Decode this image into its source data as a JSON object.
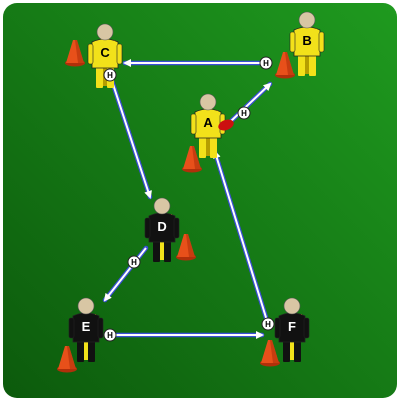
{
  "colors": {
    "field_dark": "#0c5a0c",
    "field_light": "#1f9a1f",
    "arrow": "#3b4fd6",
    "arrow_outline": "#ffffff",
    "team_yellow": "#f2e11a",
    "team_yellow_shadow": "#b59e00",
    "team_black": "#111111",
    "skin": "#d8c6a4",
    "cone": "#e8501a",
    "cone_dark": "#b0300a",
    "ball": "#cc1010"
  },
  "players": [
    {
      "id": "A",
      "label": "A",
      "kit": "yellow"
    },
    {
      "id": "B",
      "label": "B",
      "kit": "yellow"
    },
    {
      "id": "C",
      "label": "C",
      "kit": "yellow"
    },
    {
      "id": "D",
      "label": "D",
      "kit": "black"
    },
    {
      "id": "E",
      "label": "E",
      "kit": "black"
    },
    {
      "id": "F",
      "label": "F",
      "kit": "black"
    }
  ],
  "handball_marker": "H",
  "passes": [
    {
      "from": "A",
      "to": "B",
      "type": "handball"
    },
    {
      "from": "B",
      "to": "C",
      "type": "handball"
    },
    {
      "from": "C",
      "to": "D",
      "type": "handball"
    },
    {
      "from": "D",
      "to": "E",
      "type": "handball"
    },
    {
      "from": "E",
      "to": "F",
      "type": "handball"
    },
    {
      "from": "F",
      "to": "A",
      "type": "handball"
    }
  ],
  "ball_holder": "A",
  "cone_icon": "cone-icon",
  "ball_icon": "football-icon"
}
